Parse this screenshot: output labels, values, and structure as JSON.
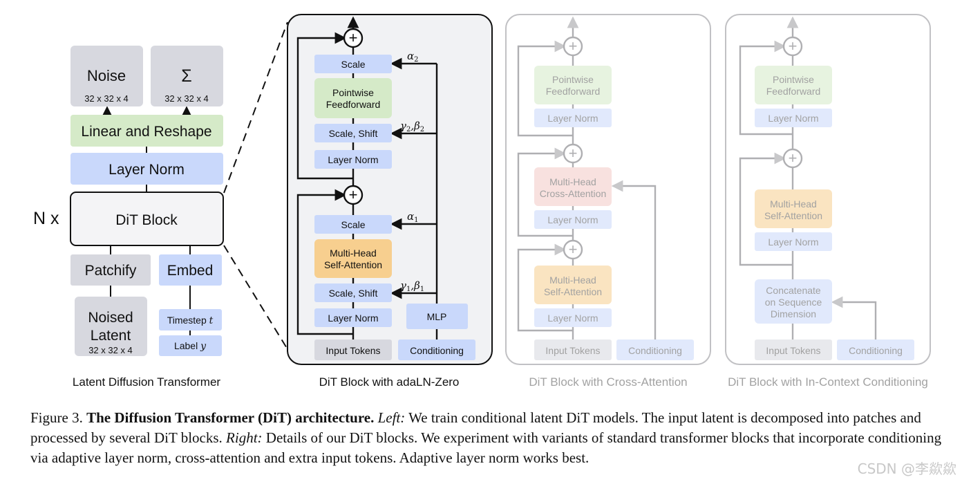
{
  "colors": {
    "gray_box": "#d7d8df",
    "blue_box": "#c9d8fb",
    "green_box": "#d5eac8",
    "orange_box": "#f7cf8f",
    "red_box": "#f4c9c6",
    "dit_box": "#f4f4f6",
    "panel_active_bg": "#f1f2f4",
    "panel_faded_border": "#b7b7bb",
    "line_dark": "#111111",
    "line_faded": "#9c9ca0"
  },
  "left": {
    "noise_label": "Noise",
    "noise_dims": "32 x 32 x 4",
    "sigma_label": "Σ",
    "sigma_dims": "32 x 32 x 4",
    "linear_reshape": "Linear and Reshape",
    "layer_norm": "Layer Norm",
    "n_x": "N x",
    "dit_block": "DiT Block",
    "patchify": "Patchify",
    "embed": "Embed",
    "noised_latent_l1": "Noised",
    "noised_latent_l2": "Latent",
    "noised_latent_dims": "32 x 32 x 4",
    "timestep_text": "Timestep ",
    "timestep_var": "t",
    "label_text": "Label ",
    "label_var": "y",
    "title": "Latent Diffusion Transformer"
  },
  "adaln": {
    "title": "DiT Block with adaLN-Zero",
    "scale_top": "Scale",
    "ff_l1": "Pointwise",
    "ff_l2": "Feedforward",
    "scale_shift_top": "Scale, Shift",
    "layer_norm_top": "Layer Norm",
    "scale_mid": "Scale",
    "attn_l1": "Multi-Head",
    "attn_l2": "Self-Attention",
    "scale_shift_bot": "Scale, Shift",
    "layer_norm_bot": "Layer Norm",
    "mlp": "MLP",
    "input_tokens": "Input Tokens",
    "conditioning": "Conditioning",
    "alpha2": "α",
    "alpha2_sub": "2",
    "gamma2_beta2": "γ",
    "gamma2_sub": "2",
    "beta2": "β",
    "beta2_sub": "2",
    "alpha1": "α",
    "alpha1_sub": "1",
    "gamma1": "γ",
    "gamma1_sub": "1",
    "beta1": "β",
    "beta1_sub": "1",
    "plus": "+"
  },
  "cross": {
    "title": "DiT Block with Cross-Attention",
    "ff_l1": "Pointwise",
    "ff_l2": "Feedforward",
    "layer_norm_1": "Layer Norm",
    "cross_l1": "Multi-Head",
    "cross_l2": "Cross-Attention",
    "layer_norm_2": "Layer Norm",
    "self_l1": "Multi-Head",
    "self_l2": "Self-Attention",
    "layer_norm_3": "Layer Norm",
    "input_tokens": "Input Tokens",
    "conditioning": "Conditioning",
    "plus": "+"
  },
  "incontext": {
    "title": "DiT Block with In-Context Conditioning",
    "ff_l1": "Pointwise",
    "ff_l2": "Feedforward",
    "layer_norm_1": "Layer Norm",
    "self_l1": "Multi-Head",
    "self_l2": "Self-Attention",
    "layer_norm_2": "Layer Norm",
    "concat_l1": "Concatenate",
    "concat_l2": "on Sequence",
    "concat_l3": "Dimension",
    "input_tokens": "Input Tokens",
    "conditioning": "Conditioning",
    "plus": "+"
  },
  "caption": {
    "fig": "Figure 3. ",
    "bold": "The Diffusion Transformer (DiT) architecture.",
    "left_label": "Left:",
    "text1": " We train conditional latent DiT models. The input latent is decomposed into patches and processed by several DiT blocks. ",
    "right_label": "Right:",
    "text2": " Details of our DiT blocks. We experiment with variants of standard transformer blocks that incorporate conditioning via adaptive layer norm, cross-attention and extra input tokens. Adaptive layer norm works best."
  },
  "watermark": "CSDN @李歘歘"
}
